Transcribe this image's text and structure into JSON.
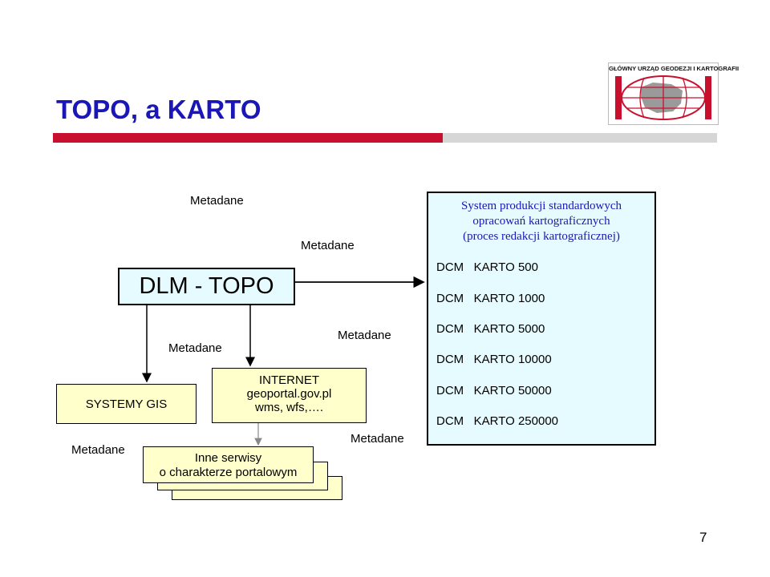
{
  "slide": {
    "title": "TOPO, a KARTO",
    "page_number": "7"
  },
  "logo": {
    "text": "GŁÓWNY URZĄD GEODEZJI I KARTOGRAFII"
  },
  "diagram": {
    "dlm_box": "DLM - TOPO",
    "gis_box": "SYSTEMY GIS",
    "internet_box": {
      "line1": "INTERNET",
      "line2": "geoportal.gov.pl",
      "line3": "wms, wfs,…."
    },
    "other_services_box": {
      "line1": "Inne serwisy",
      "line2": "o charakterze portalowym"
    },
    "production_box": {
      "heading_line1": "System produkcji standardowych",
      "heading_line2": "opracowań kartograficznych",
      "heading_line3": "(proces redakcji kartograficznej)",
      "items": [
        "DCM   KARTO 500",
        "DCM   KARTO 1000",
        "DCM   KARTO 5000",
        "DCM   KARTO 10000",
        "DCM   KARTO 50000",
        "DCM   KARTO 250000"
      ]
    },
    "metadata_labels": {
      "top": "Metadane",
      "arrow_right": "Metadane",
      "left_middle": "Metadane",
      "center_middle": "Metadane",
      "bottom_left": "Metadane",
      "bottom_center": "Metadane"
    }
  },
  "colors": {
    "title": "#1a16b8",
    "accent_bar": "#c8102e",
    "box_yellow": "#ffffcc",
    "box_cyan": "#e6fbff"
  }
}
